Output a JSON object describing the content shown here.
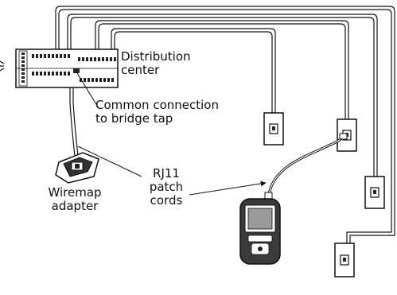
{
  "labels": {
    "distribution_line1": "Distribution",
    "distribution_line2": "center",
    "common_line1": "Common connection",
    "common_line2": "to bridge tap",
    "rj11_line1": "RJ11",
    "rj11_line2": "patch",
    "rj11_line3": "cords",
    "wiremap_line1": "Wiremap",
    "wiremap_line2": "adapter"
  },
  "colors": {
    "line": "#111111",
    "fill": "#ffffff",
    "screen": "#9a9a9a",
    "dark": "#333333"
  }
}
